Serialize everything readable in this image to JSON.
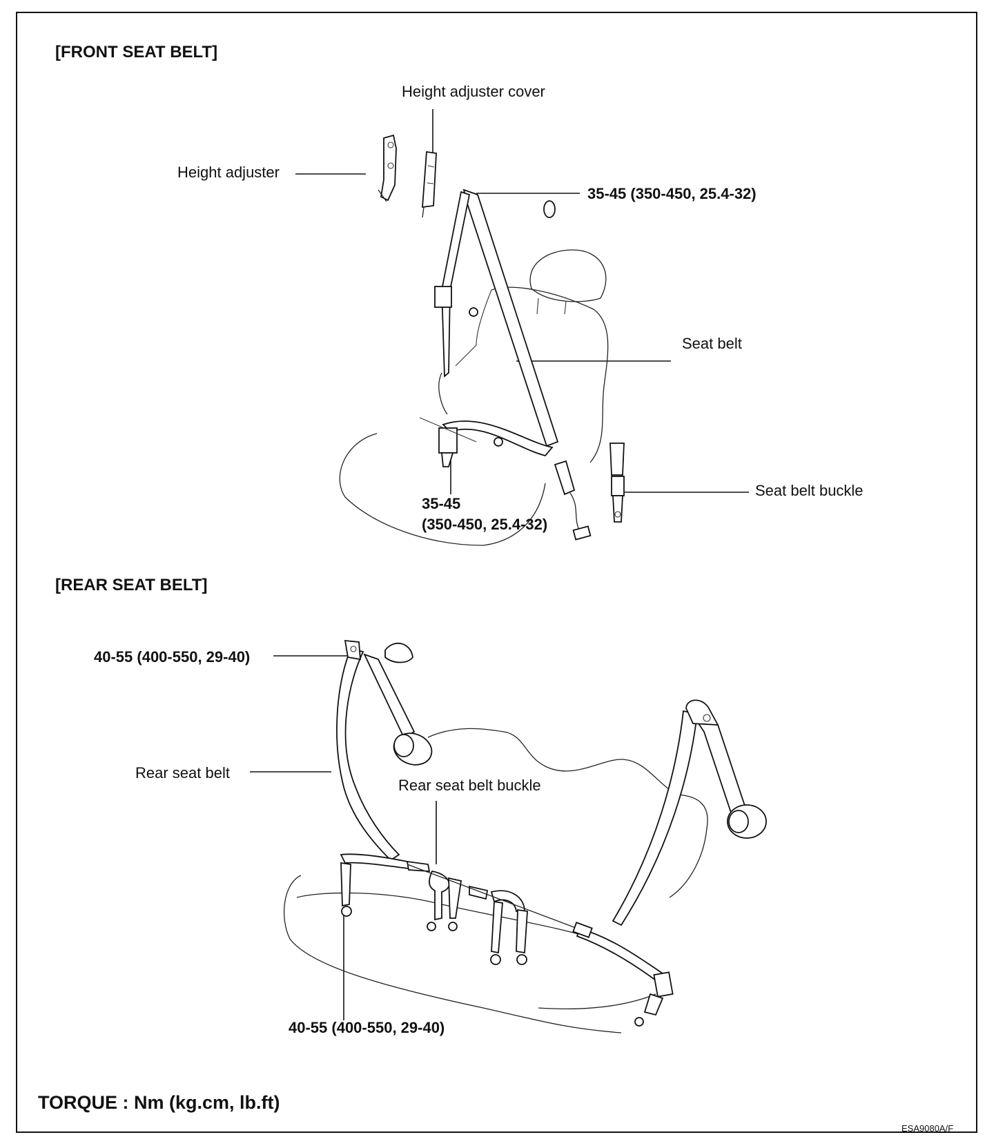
{
  "front": {
    "title": "[FRONT SEAT BELT]",
    "labels": {
      "height_adjuster_cover": "Height adjuster cover",
      "height_adjuster": "Height adjuster",
      "torque_upper": "35-45 (350-450, 25.4-32)",
      "seat_belt": "Seat belt",
      "seat_belt_buckle": "Seat belt buckle",
      "torque_lower_line1": "35-45",
      "torque_lower_line2": "(350-450, 25.4-32)"
    }
  },
  "rear": {
    "title": "[REAR SEAT BELT]",
    "labels": {
      "torque_upper": "40-55 (400-550, 29-40)",
      "rear_seat_belt": "Rear seat belt",
      "rear_seat_belt_buckle": "Rear seat belt buckle",
      "torque_lower": "40-55 (400-550, 29-40)"
    }
  },
  "footer": {
    "torque_note": "TORQUE : Nm (kg.cm, lb.ft)",
    "code": "ESA9080A/F"
  }
}
